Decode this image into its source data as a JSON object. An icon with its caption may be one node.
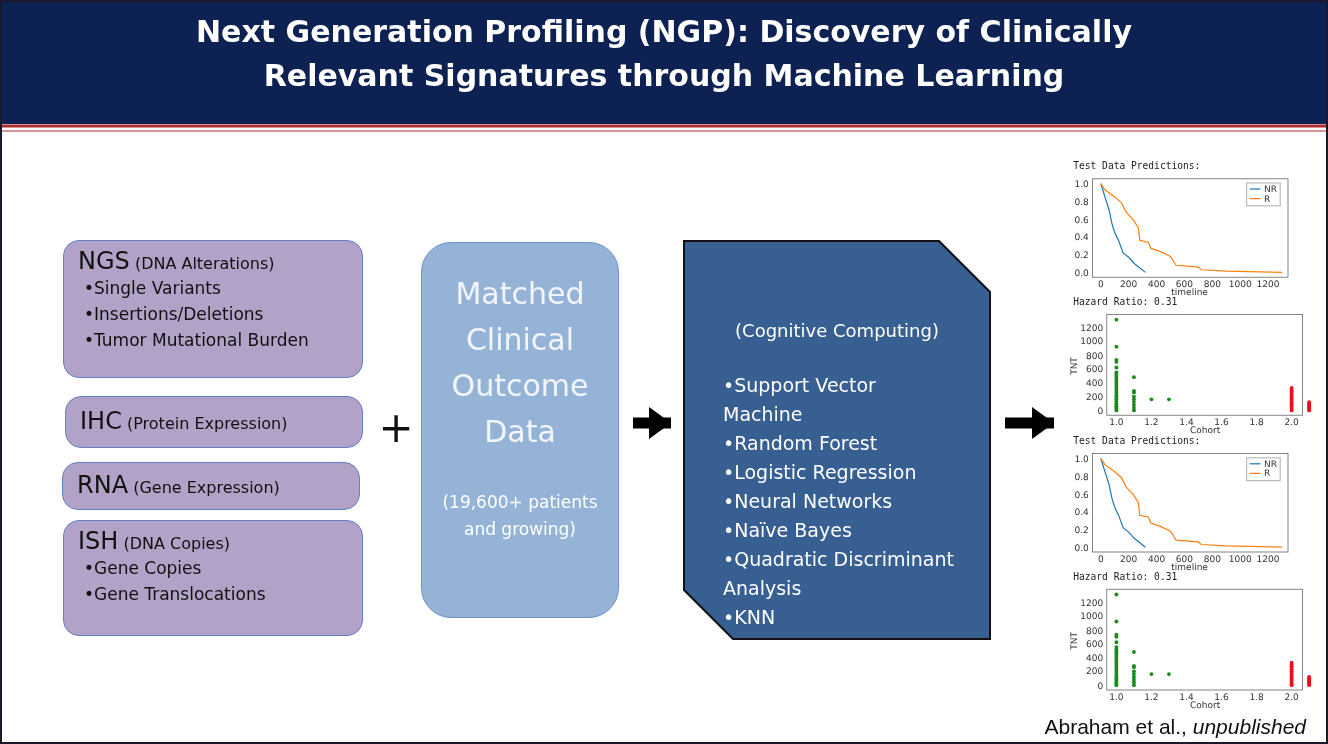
{
  "diagram": {
    "title": "Next Generation Profiling (NGP): Discovery of Clinically Relevant Signatures through Machine Learning",
    "nodes": [
      {
        "text": [
          "NGS",
          "(DNA Alterations)",
          "•Single Variants",
          "•Insertions/Deletions",
          "•Tumor Mutational Burden"
        ]
      },
      {
        "text": [
          "IHC",
          "(Protein Expression)"
        ]
      },
      {
        "text": [
          "RNA",
          "(Gene Expression)"
        ]
      },
      {
        "text": [
          "ISH",
          "(DNA Copies)",
          "•Gene Copies",
          "•Gene Translocations"
        ]
      },
      {
        "text": [
          "Matched Clinical Outcome Data",
          "(19,600+ patients and growing)"
        ]
      },
      {
        "text": [
          "(Cognitive Computing)",
          "•Support Vector Machine",
          "•Random Forest",
          "•Logistic Regression",
          "•Neural Networks",
          "•Naïve Bayes",
          "•Quadratic Discriminant Analysis",
          "•KNN"
        ]
      },
      {
        "text": [],
        "shape": "picture"
      }
    ],
    "edges": [
      {
        "from": 4,
        "to": 5,
        "arrow": "to"
      },
      {
        "from": 5,
        "to": 6,
        "arrow": "to"
      }
    ],
    "labels": [
      "+",
      "Test Data Predictions:",
      "1.0",
      "0.8",
      "0.6",
      "0.4",
      "0.2",
      "0.0",
      "0",
      "200",
      "400",
      "600",
      "800",
      "1000",
      "1200",
      "timeline",
      "Hazard Ratio:  0.31",
      "1200",
      "1000",
      "800",
      "600",
      "400",
      "200",
      "0",
      "1.0",
      "1.2",
      "1.4",
      "1.6",
      "1.8",
      "2.0",
      "TNT",
      "Cohort",
      "Test Data Predictions:",
      "1.0",
      "0.8",
      "0.6",
      "0.4",
      "0.2",
      "0.0",
      "0",
      "200",
      "400",
      "600",
      "800",
      "1000",
      "1200",
      "timeline",
      "Hazard Ratio:  0.31",
      "1200",
      "1000",
      "800",
      "600",
      "400",
      "200",
      "0",
      "1.0",
      "1.2",
      "1.4",
      "1.6",
      "1.8",
      "2.0",
      "TNT",
      "Cohort",
      "Abraham et al., *unpublished*"
    ],
    "legend": [
      {
        "text": "NR"
      },
      {
        "text": "R"
      },
      {
        "text": "NR"
      },
      {
        "text": "R"
      }
    ]
  }
}
